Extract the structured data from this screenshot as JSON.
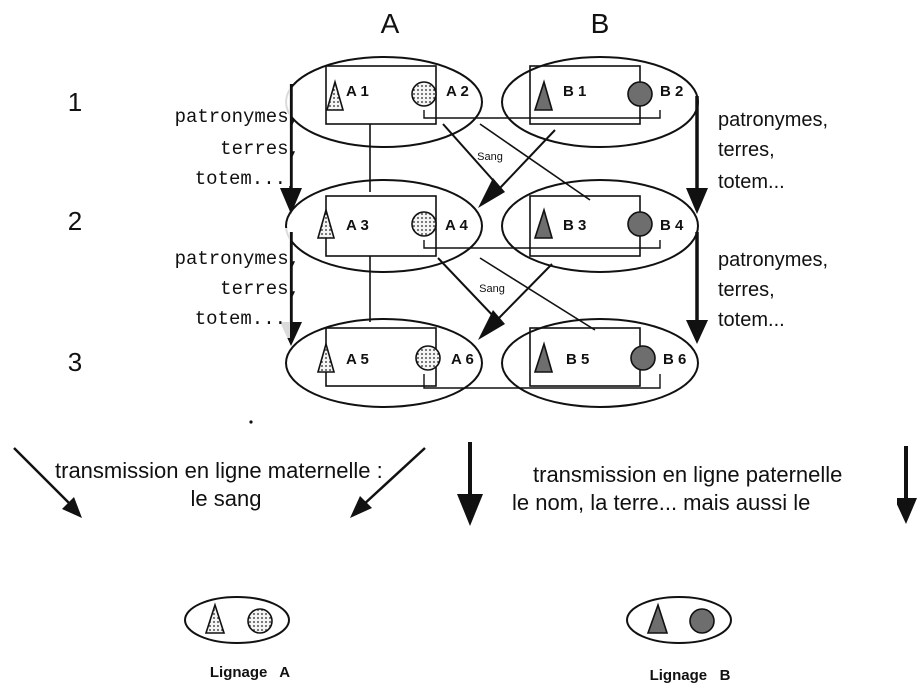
{
  "columns": {
    "a": "A",
    "b": "B"
  },
  "generations": [
    "1",
    "2",
    "3"
  ],
  "nodes": {
    "a1": "A 1",
    "a2": "A 2",
    "b1": "B 1",
    "b2": "B 2",
    "a3": "A 3",
    "a4": "A 4",
    "b3": "B 3",
    "b4": "B 4",
    "a5": "A 5",
    "a6": "A 6",
    "b5": "B 5",
    "b6": "B 6"
  },
  "side_left_1": [
    "patronymes,",
    "terres,",
    "totem..."
  ],
  "side_left_2": [
    "patronymes,",
    "terres,",
    "totem..."
  ],
  "side_right_1": [
    "patronymes,",
    "terres,",
    "totem..."
  ],
  "side_right_2": [
    "patronymes,",
    "terres,",
    "totem..."
  ],
  "sang_1": "Sang",
  "sang_2": "Sang",
  "legend": {
    "maternal_line1": "transmission en ligne maternelle :",
    "maternal_line2": "le sang",
    "paternal_line1": "transmission en ligne paternelle",
    "paternal_line2": "le nom, la terre... mais aussi le"
  },
  "lignage_a": "Lignage   A",
  "lignage_b": "Lignage   B",
  "colors": {
    "ink": "#111111",
    "shape_fill_b": "#6e6e6e",
    "dotted_fill": "#f3f3f3"
  }
}
